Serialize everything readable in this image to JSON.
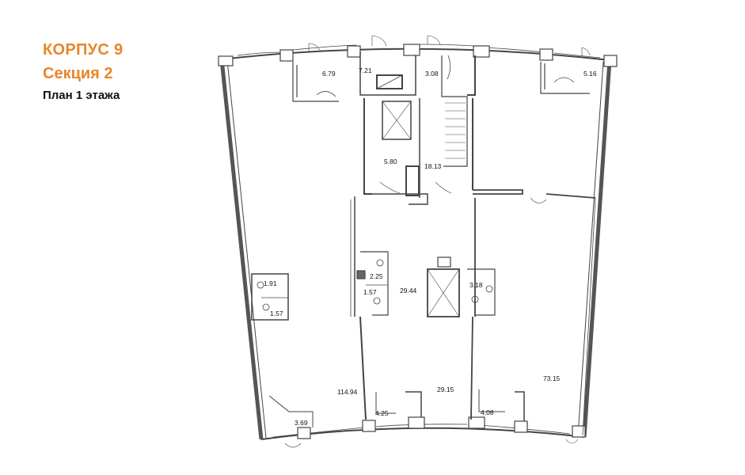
{
  "header": {
    "building": "КОРПУС 9",
    "section": "Секция 2",
    "floor_plan": "План 1 этажа"
  },
  "colors": {
    "accent": "#e8862a",
    "text": "#111111",
    "wall": "#444444"
  },
  "rooms": [
    {
      "id": "r1",
      "area": "6.79"
    },
    {
      "id": "r2",
      "area": "7.21"
    },
    {
      "id": "r3",
      "area": "3.08"
    },
    {
      "id": "r4",
      "area": "5.16"
    },
    {
      "id": "r5",
      "area": "5.80"
    },
    {
      "id": "r6",
      "area": "18.13"
    },
    {
      "id": "r7",
      "area": "1.91"
    },
    {
      "id": "r8",
      "area": "1.57"
    },
    {
      "id": "r9",
      "area": "2.25"
    },
    {
      "id": "r10",
      "area": "1.57"
    },
    {
      "id": "r11",
      "area": "29.44"
    },
    {
      "id": "r12",
      "area": "3.18"
    },
    {
      "id": "r13",
      "area": "114.94"
    },
    {
      "id": "r14",
      "area": "29.15"
    },
    {
      "id": "r15",
      "area": "73.15"
    },
    {
      "id": "r16",
      "area": "3.69"
    },
    {
      "id": "r17",
      "area": "4.25"
    },
    {
      "id": "r18",
      "area": "4.08"
    }
  ]
}
